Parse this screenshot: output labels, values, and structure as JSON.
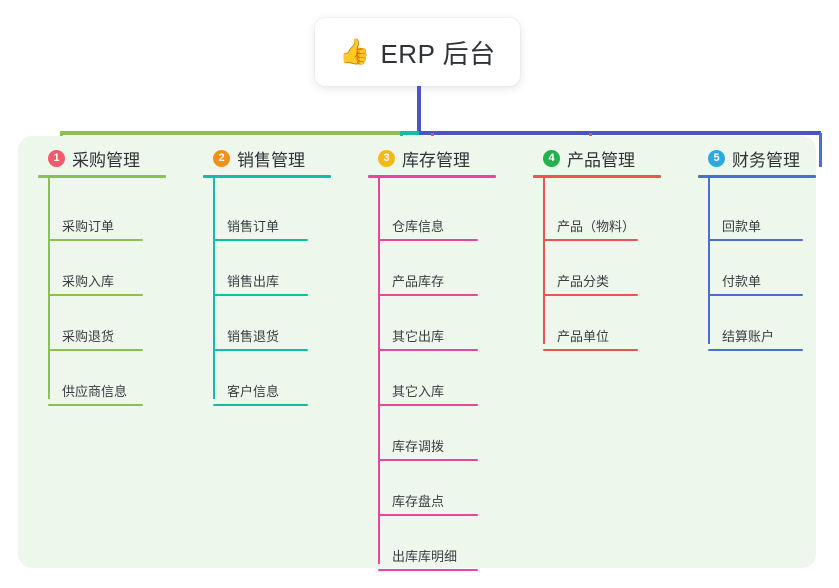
{
  "diagram": {
    "title": "ERP 后台",
    "title_icon": "thumbs-up-icon",
    "title_emoji": "👍",
    "board_color": "#eef7eb",
    "trunk_color": "#4a54c4",
    "columns": [
      {
        "index": "1",
        "badge_label": "1",
        "badge_color": "#f15b6c",
        "line_color": "#8cc152",
        "title": "采购管理",
        "items": [
          "采购订单",
          "采购入库",
          "采购退货",
          "供应商信息"
        ]
      },
      {
        "index": "2",
        "badge_label": "2",
        "badge_color": "#f39019",
        "line_color": "#0fbfa5",
        "title": "销售管理",
        "items": [
          "销售订单",
          "销售出库",
          "销售退货",
          "客户信息"
        ]
      },
      {
        "index": "3",
        "badge_label": "3",
        "badge_color": "#f5b916",
        "line_color": "#e8459b",
        "title": "库存管理",
        "items": [
          "仓库信息",
          "产品库存",
          "其它出库",
          "其它入库",
          "库存调拨",
          "库存盘点",
          "出库库明细"
        ]
      },
      {
        "index": "4",
        "badge_label": "4",
        "badge_color": "#22b14c",
        "line_color": "#ef5350",
        "title": "产品管理",
        "items": [
          "产品（物料）",
          "产品分类",
          "产品单位"
        ]
      },
      {
        "index": "5",
        "badge_label": "5",
        "badge_color": "#29abe2",
        "line_color": "#4a6fd4",
        "title": "财务管理",
        "items": [
          "回款单",
          "付款单",
          "结算账户"
        ]
      }
    ],
    "bar_segments": [
      {
        "name": "segment-green",
        "color": "#8cc152"
      },
      {
        "name": "segment-teal",
        "color": "#0fbfa5"
      },
      {
        "name": "segment-blue",
        "color": "#4a54c4"
      }
    ]
  }
}
